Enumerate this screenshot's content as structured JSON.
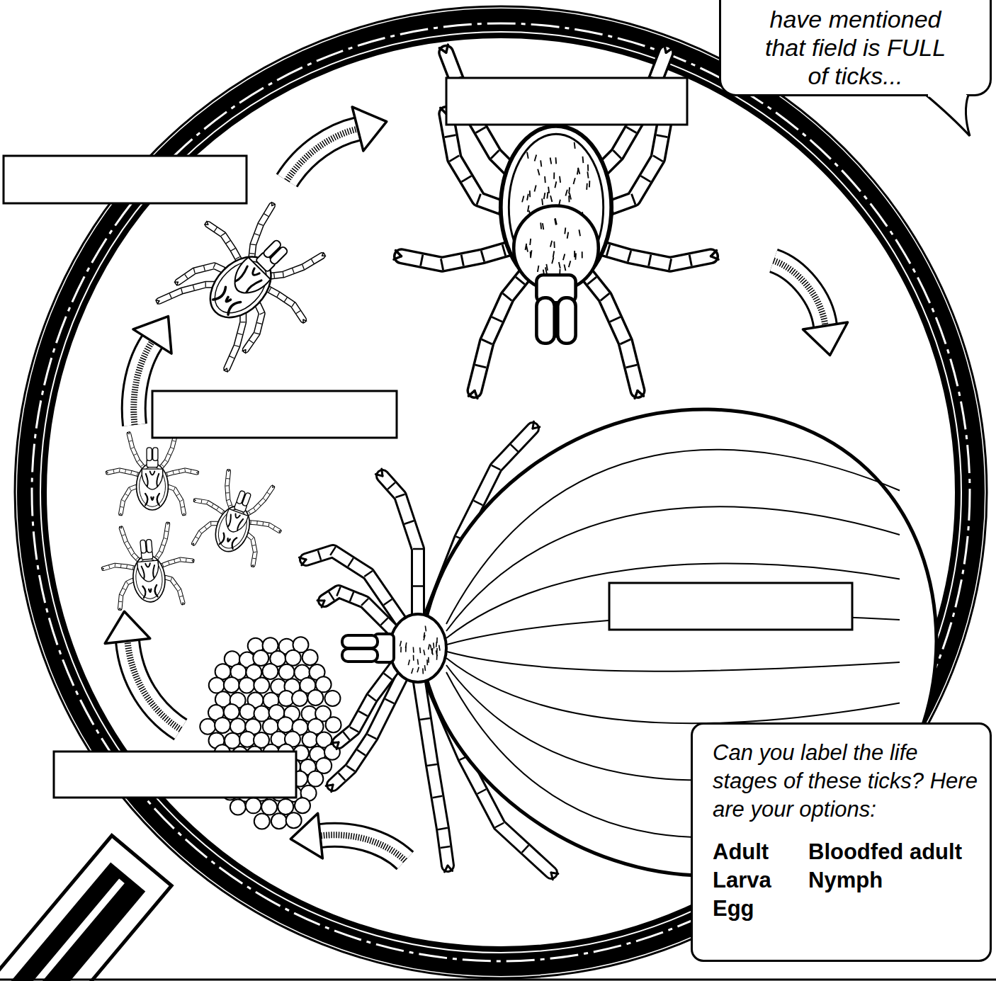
{
  "diagram": {
    "nodes": [
      {
        "text": [
          "have mentioned that field is FULL of ticks..."
        ]
      },
      {
        "text": [
          "Can you label the life stages of these ticks? Here are your options:",
          "Adult",
          "Bloodfed adult",
          "Larva",
          "Nymph",
          "Egg"
        ]
      }
    ]
  }
}
